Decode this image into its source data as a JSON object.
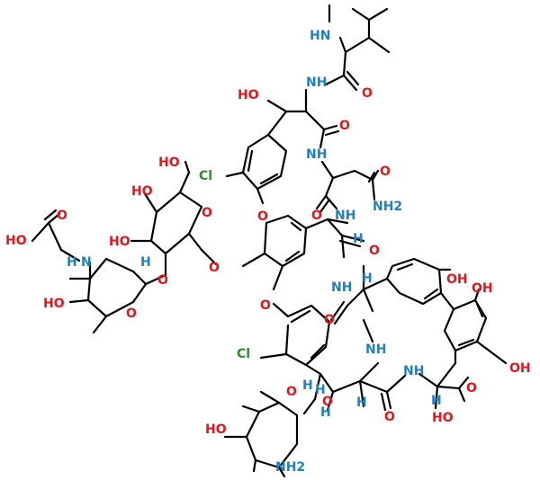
{
  "colors": {
    "oxygen": "#e8141c",
    "nitrogen": "#1b82c4",
    "chlorine": "#2b8f2b",
    "carbon": "#000000"
  },
  "atom_labels": {
    "nh_methylamino": "HN",
    "nh_leu_amide": "NH",
    "o_leu_carbonyl": "O",
    "ho_beta_hydroxy": "HO",
    "o_amide_2": "O",
    "nh_asn": "NH",
    "cl_upper": "Cl",
    "o_asn_side": "O",
    "nh2_asn_side": "NH2",
    "o_amide_3": "O",
    "ho_ch2oh": "HO",
    "ho_glc_4": "HO",
    "ho_glc_3": "HO",
    "o_ring_glc": "O",
    "o_ether_upper": "O",
    "nh_3": "NH",
    "h_3": "H",
    "o_amide_4": "O",
    "o_acetic_carbonyl": "O",
    "ho_acetic": "HO",
    "hn_sugar_amine": "N",
    "h_sugar_amine": "H",
    "h_anomeric_1": "H",
    "o_glycosidic_1": "O",
    "o_glycosidic_2": "O",
    "o_ring_vancosamine": "O",
    "ho_vancosamine": "HO",
    "o_ether_lower": "O",
    "nh_4": "NH",
    "h_4": "H",
    "oh_top_right": "OH",
    "oh_right": "OH",
    "oh_far_right": "OH",
    "o_amide_5": "O",
    "cl_lower": "Cl",
    "nh_5": "NH",
    "nh_6": "NH",
    "h_5": "H",
    "h_6": "H",
    "h_7": "H",
    "o_glycosidic_3": "O",
    "o_ring_lower_sugar": "O",
    "h_anomeric_2": "H",
    "o_amide_6": "O",
    "o_cooh_carbonyl": "O",
    "ho_cooh": "HO",
    "ho_lower_sugar": "HO",
    "nh2_lower_sugar": "NH2",
    "h_cooh": "H"
  }
}
